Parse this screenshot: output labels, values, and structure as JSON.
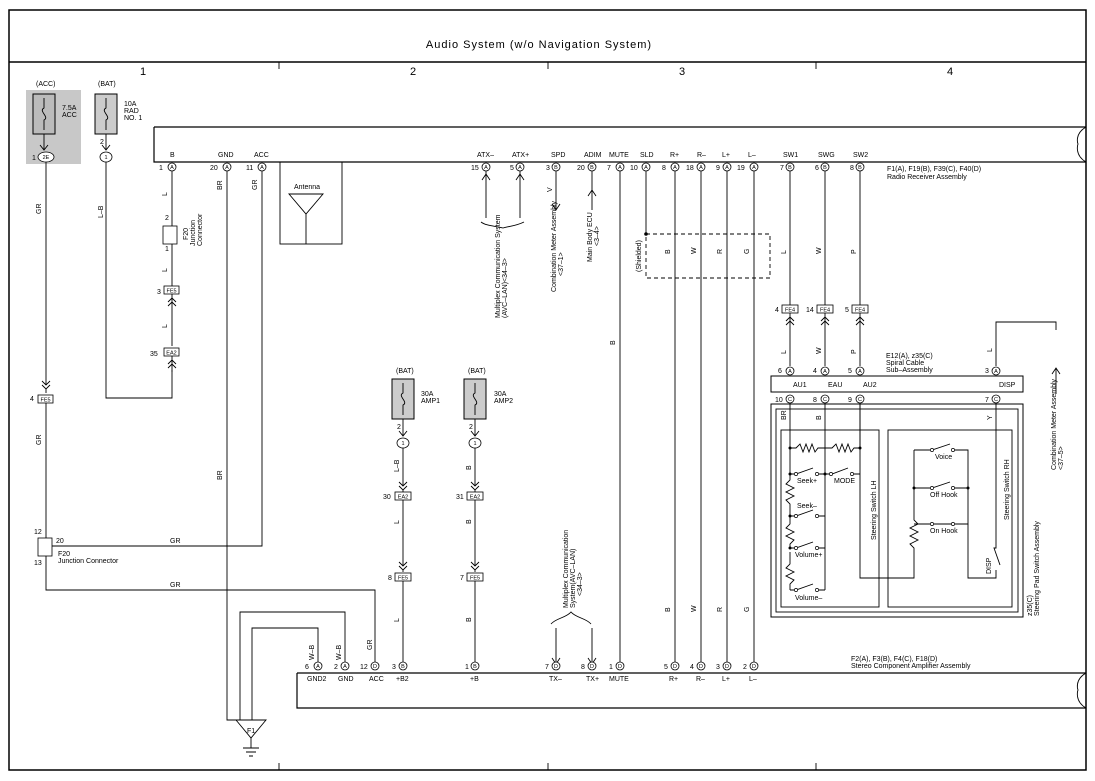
{
  "title": "Audio System (w/o Navigation System)",
  "columns": [
    "1",
    "2",
    "3",
    "4"
  ],
  "fuses": {
    "acc": {
      "tag": "(ACC)",
      "rating": "7.5A",
      "name": "ACC",
      "pin": "1",
      "conn": "2E"
    },
    "rad": {
      "tag": "(BAT)",
      "rating": "10A",
      "name": "RAD",
      "name2": "NO. 1",
      "pin": "2",
      "conn": "1"
    },
    "amp1": {
      "tag": "(BAT)",
      "rating": "30A",
      "name": "AMP1",
      "pin": "2",
      "conn": "1"
    },
    "amp2": {
      "tag": "(BAT)",
      "rating": "30A",
      "name": "AMP2",
      "pin": "2",
      "conn": "1"
    }
  },
  "radio": {
    "name": "Radio Receiver Assembly",
    "codes": "F1(A), F19(B), F39(C), F40(D)",
    "pins": [
      {
        "pin": "1",
        "conn": "A",
        "label": "B"
      },
      {
        "pin": "20",
        "conn": "A",
        "label": "GND"
      },
      {
        "pin": "11",
        "conn": "A",
        "label": "ACC"
      },
      {
        "pin": "15",
        "conn": "A",
        "label": "ATX–"
      },
      {
        "pin": "5",
        "conn": "A",
        "label": "ATX+"
      },
      {
        "pin": "3",
        "conn": "B",
        "label": "SPD"
      },
      {
        "pin": "20",
        "conn": "B",
        "label": "ADIM"
      },
      {
        "pin": "7",
        "conn": "A",
        "label": "MUTE"
      },
      {
        "pin": "10",
        "conn": "A",
        "label": "SLD"
      },
      {
        "pin": "8",
        "conn": "A",
        "label": "R+"
      },
      {
        "pin": "18",
        "conn": "A",
        "label": "R–"
      },
      {
        "pin": "9",
        "conn": "A",
        "label": "L+"
      },
      {
        "pin": "19",
        "conn": "A",
        "label": "L–"
      },
      {
        "pin": "7",
        "conn": "B",
        "label": "SW1"
      },
      {
        "pin": "6",
        "conn": "B",
        "label": "SWG"
      },
      {
        "pin": "8",
        "conn": "B",
        "label": "SW2"
      }
    ]
  },
  "amp": {
    "name": "Stereo Component Amplifier Assembly",
    "codes": "F2(A), F3(B), F4(C), F18(D)",
    "pins": [
      {
        "pin": "6",
        "conn": "A",
        "label": "GND2"
      },
      {
        "pin": "2",
        "conn": "A",
        "label": "GND"
      },
      {
        "pin": "12",
        "conn": "D",
        "label": "ACC"
      },
      {
        "pin": "3",
        "conn": "B",
        "label": "+B2"
      },
      {
        "pin": "1",
        "conn": "B",
        "label": "+B"
      },
      {
        "pin": "7",
        "conn": "D",
        "label": "TX–"
      },
      {
        "pin": "8",
        "conn": "D",
        "label": "TX+"
      },
      {
        "pin": "1",
        "conn": "D",
        "label": "MUTE"
      },
      {
        "pin": "5",
        "conn": "D",
        "label": "R+"
      },
      {
        "pin": "4",
        "conn": "D",
        "label": "R–"
      },
      {
        "pin": "3",
        "conn": "D",
        "label": "L+"
      },
      {
        "pin": "2",
        "conn": "D",
        "label": "L–"
      }
    ]
  },
  "wire_colors": {
    "gr": "GR",
    "lb": "L–B",
    "l": "L",
    "br": "BR",
    "b": "B",
    "w": "W",
    "r": "R",
    "g": "G",
    "v": "V",
    "p": "P",
    "y": "Y",
    "wb": "W–B"
  },
  "connectors": {
    "fe5": "FE5",
    "ea2": "EA2",
    "fe4": "FE4",
    "ea2_30": "30",
    "ea2_31": "31",
    "ea2_35": "35",
    "fe5_3": "3",
    "fe5_4": "4",
    "fe5_8": "8",
    "fe5_7": "7",
    "fe4_4": "4",
    "fe4_14": "14",
    "fe4_5": "5"
  },
  "jc": {
    "f20_top": "F20",
    "f20_label": "Junction",
    "f20_label2": "Connector",
    "f20_bottom_label": "F20",
    "f20_bottom_name": "Junction Connector",
    "p2": "2",
    "p1": "1",
    "p12": "12",
    "p20": "20",
    "p13": "13",
    "p13b": "13"
  },
  "antenna": "Antenna",
  "refs": {
    "mpx": "Multiplex Communication System",
    "mpx2": "(AVC–LAN)<34–3>",
    "meter": "Combination Meter Assembly",
    "meter2": "<37–1>",
    "ecu": "Main Body ECU",
    "ecu2": "<3–4>",
    "shielded": "(Shielded)",
    "mpx_b": "Multiplex Communication",
    "mpx_b2": "System(AVC–LAN)",
    "mpx_b3": "<34–3>",
    "meter_r": "Combination Meter Assembly",
    "meter_r2": "<37–5>"
  },
  "spiral": {
    "codes": "E12(A), z35(C)",
    "name": "Spiral Cable",
    "name2": "Sub–Assembly",
    "au1": "AU1",
    "eau": "EAU",
    "au2": "AU2",
    "disp": "DISP",
    "top_pins": [
      {
        "pin": "6",
        "conn": "A"
      },
      {
        "pin": "4",
        "conn": "A"
      },
      {
        "pin": "5",
        "conn": "A"
      },
      {
        "pin": "3",
        "conn": "A"
      }
    ],
    "bot_pins": [
      {
        "pin": "10",
        "conn": "C"
      },
      {
        "pin": "8",
        "conn": "C"
      },
      {
        "pin": "9",
        "conn": "C"
      },
      {
        "pin": "7",
        "conn": "C"
      }
    ]
  },
  "steering": {
    "lh": "Steering Switch LH",
    "rh": "Steering Switch RH",
    "pad_code": "z35(C)",
    "pad": "Steering Pad Switch Assembly",
    "seek_plus": "Seek+",
    "mode": "MODE",
    "seek_minus": "Seek–",
    "vol_plus": "Volume+",
    "vol_minus": "Volume–",
    "voice": "Voice",
    "off_hook": "Off Hook",
    "on_hook": "On Hook",
    "disp": "DISP"
  },
  "ground": "F1"
}
